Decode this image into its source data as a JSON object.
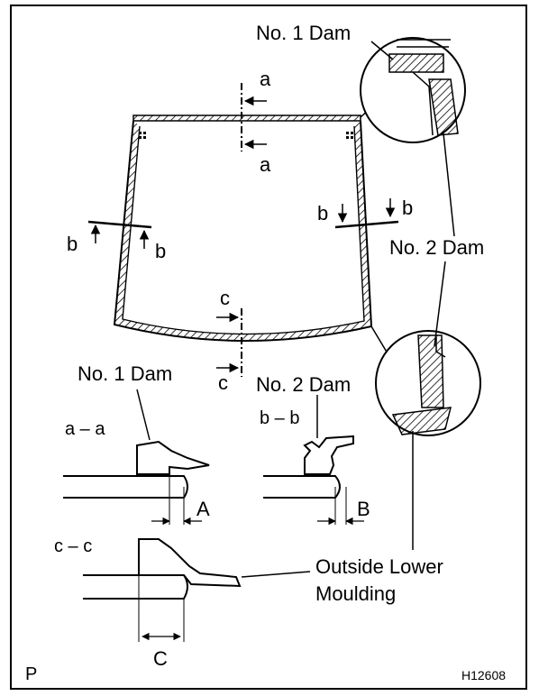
{
  "labels": {
    "no1_dam_top": "No. 1 Dam",
    "no2_dam_right": "No. 2 Dam",
    "no1_dam_section": "No. 1 Dam",
    "no2_dam_section": "No. 2 Dam",
    "outside_lower_line1": "Outside Lower",
    "outside_lower_line2": "Moulding"
  },
  "section_markers": {
    "a": "a",
    "b": "b",
    "c": "c"
  },
  "section_titles": {
    "aa": "a – a",
    "bb": "b – b",
    "cc": "c – c"
  },
  "dimensions": {
    "A": "A",
    "B": "B",
    "C": "C"
  },
  "corner": {
    "left": "P",
    "right": "H12608"
  }
}
